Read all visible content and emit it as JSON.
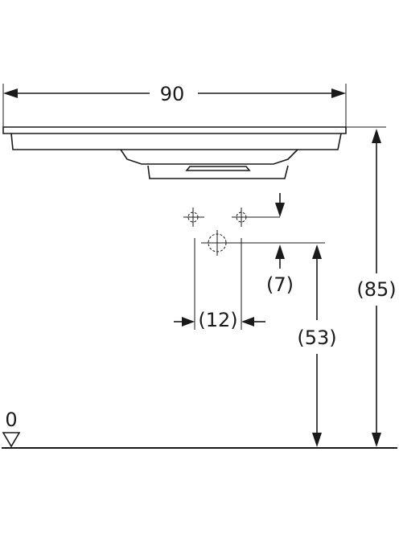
{
  "dimensions": {
    "overall_width": "90",
    "overall_height": "(85)",
    "drain_height": "(53)",
    "tap_hole_offset": "(7)",
    "drain_width": "(12)",
    "floor_level": "0"
  }
}
